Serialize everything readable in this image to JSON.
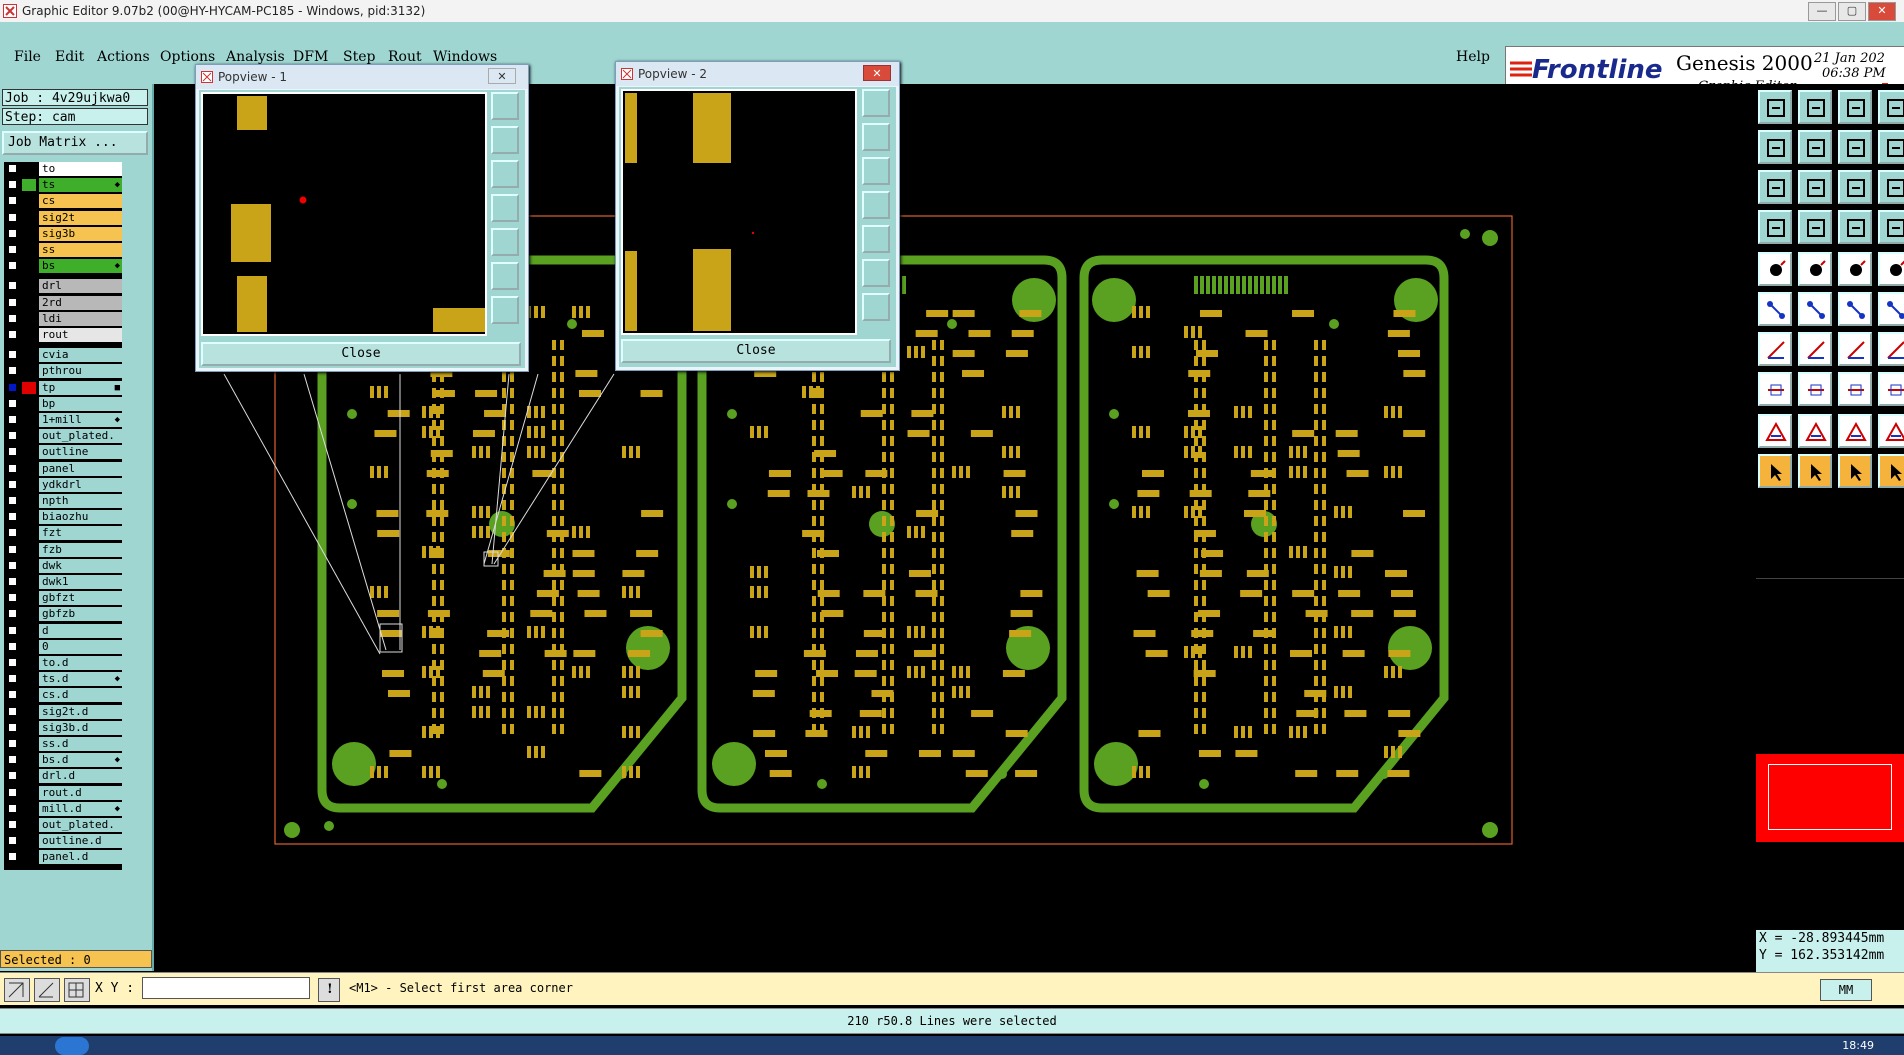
{
  "window": {
    "title": "Graphic Editor 9.07b2 (00@HY-HYCAM-PC185 - Windows, pid:3132)",
    "controls": [
      "—",
      "▢",
      "✕"
    ]
  },
  "menu": {
    "items": [
      "File",
      "Edit",
      "Actions",
      "Options",
      "Analysis",
      "DFM",
      "Step",
      "Rout",
      "Windows"
    ],
    "help": "Help"
  },
  "logo": {
    "brand": "Frontline",
    "product": "Genesis 2000",
    "subtitle": "Graphic Editor",
    "date": "21 Jan 202",
    "time": "06:38 PM"
  },
  "job": {
    "job_label": "Job : 4v29ujkwa0",
    "step_label": "Step: cam",
    "matrix_button": "Job Matrix ..."
  },
  "layers": [
    {
      "name": "to",
      "color": "#ffffff",
      "swatch": "#000000",
      "mark": ""
    },
    {
      "name": "ts",
      "color": "#3fae2a",
      "swatch": "#3fae2a",
      "mark": "◆"
    },
    {
      "name": "cs",
      "color": "#f6c350",
      "swatch": "#000000",
      "mark": ""
    },
    {
      "name": "sig2t",
      "color": "#f6c350",
      "swatch": "#000000",
      "mark": ""
    },
    {
      "name": "sig3b",
      "color": "#f6c350",
      "swatch": "#000000",
      "mark": ""
    },
    {
      "name": "ss",
      "color": "#f6c350",
      "swatch": "#000000",
      "mark": ""
    },
    {
      "name": "bs",
      "color": "#3fae2a",
      "swatch": "#000000",
      "mark": "◆"
    },
    {
      "name": "drl",
      "color": "#b8b8b8",
      "swatch": "#000000",
      "mark": ""
    },
    {
      "name": "2rd",
      "color": "#b8b8b8",
      "swatch": "#000000",
      "mark": ""
    },
    {
      "name": "ldi",
      "color": "#b8b8b8",
      "swatch": "#000000",
      "mark": ""
    },
    {
      "name": "rout",
      "color": "#e6e6e6",
      "swatch": "#000000",
      "mark": ""
    },
    {
      "name": "cvia",
      "color": "#9fd6d2",
      "swatch": "#000000",
      "mark": ""
    },
    {
      "name": "pthrou",
      "color": "#9fd6d2",
      "swatch": "#000000",
      "mark": ""
    },
    {
      "name": "tp",
      "color": "#9fd6d2",
      "swatch": "#e00000",
      "mark": "■"
    },
    {
      "name": "bp",
      "color": "#9fd6d2",
      "swatch": "#000000",
      "mark": ""
    },
    {
      "name": "1+mill",
      "color": "#9fd6d2",
      "swatch": "#000000",
      "mark": "◆"
    },
    {
      "name": "out_plated.",
      "color": "#9fd6d2",
      "swatch": "#000000",
      "mark": ""
    },
    {
      "name": "outline",
      "color": "#9fd6d2",
      "swatch": "#000000",
      "mark": ""
    },
    {
      "name": "panel",
      "color": "#9fd6d2",
      "swatch": "#000000",
      "mark": ""
    },
    {
      "name": "ydkdrl",
      "color": "#9fd6d2",
      "swatch": "#000000",
      "mark": ""
    },
    {
      "name": "npth",
      "color": "#9fd6d2",
      "swatch": "#000000",
      "mark": ""
    },
    {
      "name": "biaozhu",
      "color": "#9fd6d2",
      "swatch": "#000000",
      "mark": ""
    },
    {
      "name": "fzt",
      "color": "#9fd6d2",
      "swatch": "#000000",
      "mark": ""
    },
    {
      "name": "fzb",
      "color": "#9fd6d2",
      "swatch": "#000000",
      "mark": ""
    },
    {
      "name": "dwk",
      "color": "#9fd6d2",
      "swatch": "#000000",
      "mark": ""
    },
    {
      "name": "dwk1",
      "color": "#9fd6d2",
      "swatch": "#000000",
      "mark": ""
    },
    {
      "name": "gbfzt",
      "color": "#9fd6d2",
      "swatch": "#000000",
      "mark": ""
    },
    {
      "name": "gbfzb",
      "color": "#9fd6d2",
      "swatch": "#000000",
      "mark": ""
    },
    {
      "name": "d",
      "color": "#9fd6d2",
      "swatch": "#000000",
      "mark": ""
    },
    {
      "name": "0",
      "color": "#9fd6d2",
      "swatch": "#000000",
      "mark": ""
    },
    {
      "name": "to.d",
      "color": "#9fd6d2",
      "swatch": "#000000",
      "mark": ""
    },
    {
      "name": "ts.d",
      "color": "#9fd6d2",
      "swatch": "#000000",
      "mark": "◆"
    },
    {
      "name": "cs.d",
      "color": "#9fd6d2",
      "swatch": "#000000",
      "mark": ""
    },
    {
      "name": "sig2t.d",
      "color": "#9fd6d2",
      "swatch": "#000000",
      "mark": ""
    },
    {
      "name": "sig3b.d",
      "color": "#9fd6d2",
      "swatch": "#000000",
      "mark": ""
    },
    {
      "name": "ss.d",
      "color": "#9fd6d2",
      "swatch": "#000000",
      "mark": ""
    },
    {
      "name": "bs.d",
      "color": "#9fd6d2",
      "swatch": "#000000",
      "mark": "◆"
    },
    {
      "name": "drl.d",
      "color": "#9fd6d2",
      "swatch": "#000000",
      "mark": ""
    },
    {
      "name": "rout.d",
      "color": "#9fd6d2",
      "swatch": "#000000",
      "mark": ""
    },
    {
      "name": "mill.d",
      "color": "#9fd6d2",
      "swatch": "#000000",
      "mark": "◆"
    },
    {
      "name": "out_plated.",
      "color": "#9fd6d2",
      "swatch": "#000000",
      "mark": ""
    },
    {
      "name": "outline.d",
      "color": "#9fd6d2",
      "swatch": "#000000",
      "mark": ""
    },
    {
      "name": "panel.d",
      "color": "#9fd6d2",
      "swatch": "#000000",
      "mark": ""
    }
  ],
  "selected_label": "Selected : 0",
  "popview1": {
    "title": "Popview - 1",
    "close_label": "Close"
  },
  "popview2": {
    "title": "Popview - 2",
    "close_label": "Close"
  },
  "coords": {
    "x": "X = -28.893445mm",
    "y": "Y = 162.353142mm"
  },
  "command": {
    "xy_label": "X Y :",
    "xy_value": "",
    "prompt": "<M1> - Select first area corner",
    "units": "MM"
  },
  "status": "210 r50.8 Lines were selected",
  "taskbar": {
    "clock": "18:49"
  },
  "colors": {
    "accent": "#9fd6d2",
    "copper_trace": "#5aa021",
    "pad": "#c9a418",
    "profile": "#e06030",
    "highlight": "#ff0000"
  }
}
